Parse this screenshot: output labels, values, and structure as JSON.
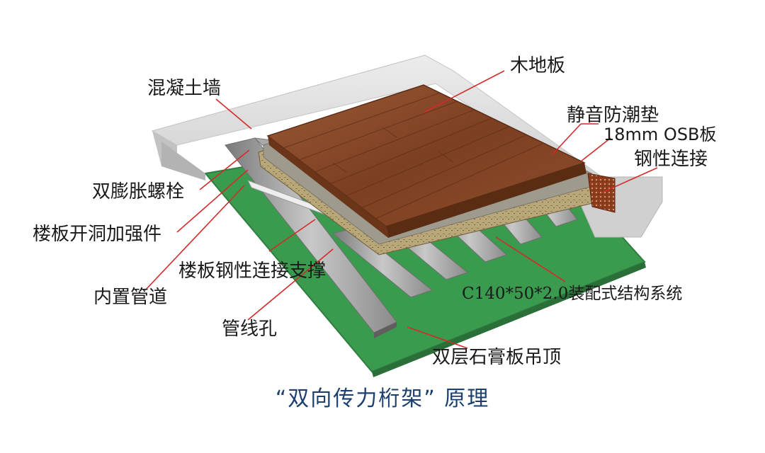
{
  "labels": {
    "concrete_wall": "混凝土墙",
    "expansion_bolt": "双膨胀螺栓",
    "floor_opening_reinforcement": "楼板开洞加强件",
    "embedded_pipe": "内置管道",
    "wood_floor": "木地板",
    "acoustic_moisture_pad": "静音防潮垫",
    "osb_board": "18mm OSB板",
    "steel_connection": "钢性连接",
    "floor_steel_brace": "楼板钢性连接支撑",
    "prefab_structure": "C140*50*2.0装配式结构系统",
    "cable_hole": "管线孔",
    "gypsum_ceiling": "双层石膏板吊顶"
  },
  "caption": "“双向传力桁架” 原理",
  "colors": {
    "leader_line": "#d42a2a",
    "caption": "#1b3f6e",
    "green_board": "#3a9a4e",
    "wood": "#8a4a2a",
    "concrete": "#d9d9d9",
    "steel": "#9a9a9a"
  }
}
